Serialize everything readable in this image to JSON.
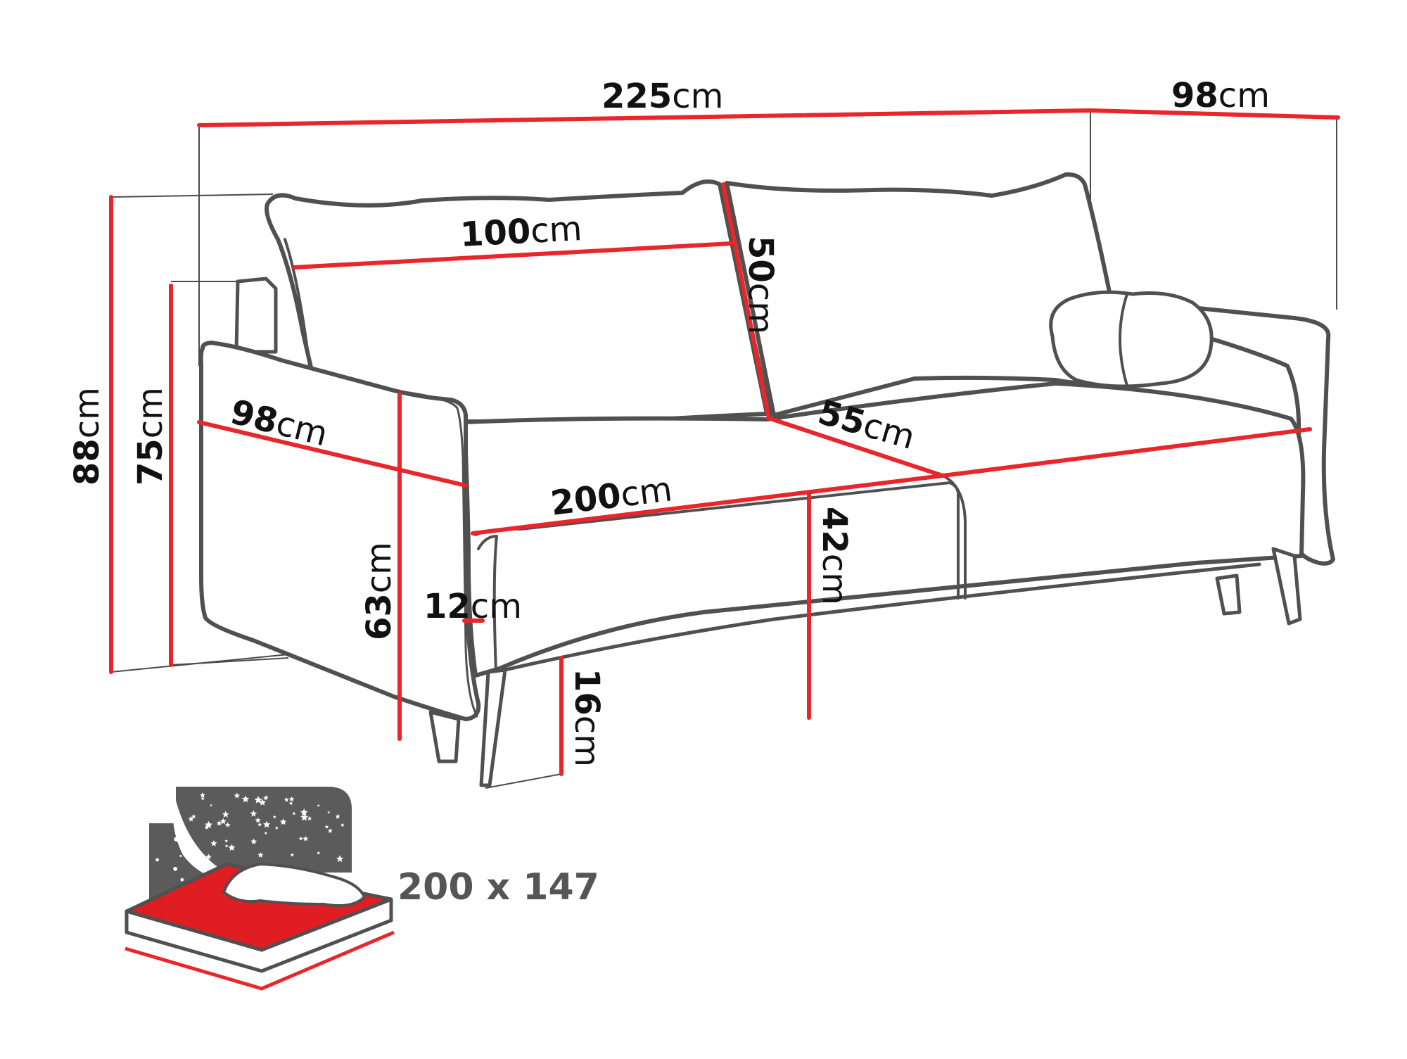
{
  "colors": {
    "dimension_line": "#e8262b",
    "outline": "#505050",
    "guide": "#4a4a4a",
    "text": "#111111",
    "mattress_top": "#e11d24",
    "night_sky": "#5b5b5b",
    "sleep_label": "#555555"
  },
  "unit": "cm",
  "dimensions": {
    "total_width": "225",
    "total_depth": "98",
    "total_height": "88",
    "armrest_height": "75",
    "backrest_width": "100",
    "backrest_height": "50",
    "armrest_depth": "98",
    "seat_depth": "55",
    "seat_width": "200",
    "seat_height": "42",
    "front_height": "63",
    "armrest_width": "12",
    "leg_height": "16"
  },
  "sleeping_area": {
    "label": "200 x 147",
    "icon": "bed-night-stars-icon"
  }
}
